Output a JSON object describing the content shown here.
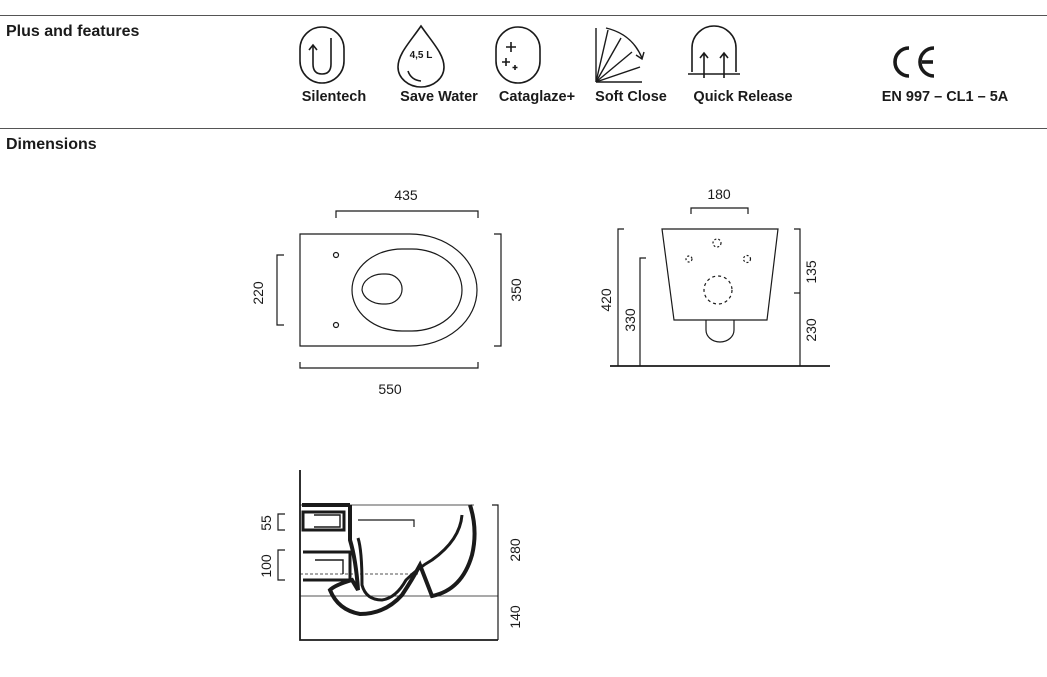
{
  "features": {
    "heading": "Plus and features",
    "items": [
      {
        "label": "Silentech",
        "icon": "silentech-icon"
      },
      {
        "label": "Save Water",
        "icon": "water-drop-icon",
        "badge": "4,5 L"
      },
      {
        "label": "Cataglaze+",
        "icon": "cataglaze-icon"
      },
      {
        "label": "Soft Close",
        "icon": "soft-close-icon"
      },
      {
        "label": "Quick Release",
        "icon": "quick-release-icon"
      }
    ],
    "certification": {
      "mark": "CE",
      "label": "EN 997 – CL1 – 5A"
    }
  },
  "dimensions": {
    "heading": "Dimensions",
    "top_view": {
      "length": "550",
      "inner_length": "435",
      "width": "350",
      "fixing_spacing": "220"
    },
    "rear_view": {
      "top_width": "180",
      "total_height": "420",
      "outlet_height": "330",
      "upper_height": "135",
      "lower_height": "230"
    },
    "side_view": {
      "inlet_height": "55",
      "outlet_height": "100",
      "body_height": "280",
      "base_height": "140"
    }
  }
}
